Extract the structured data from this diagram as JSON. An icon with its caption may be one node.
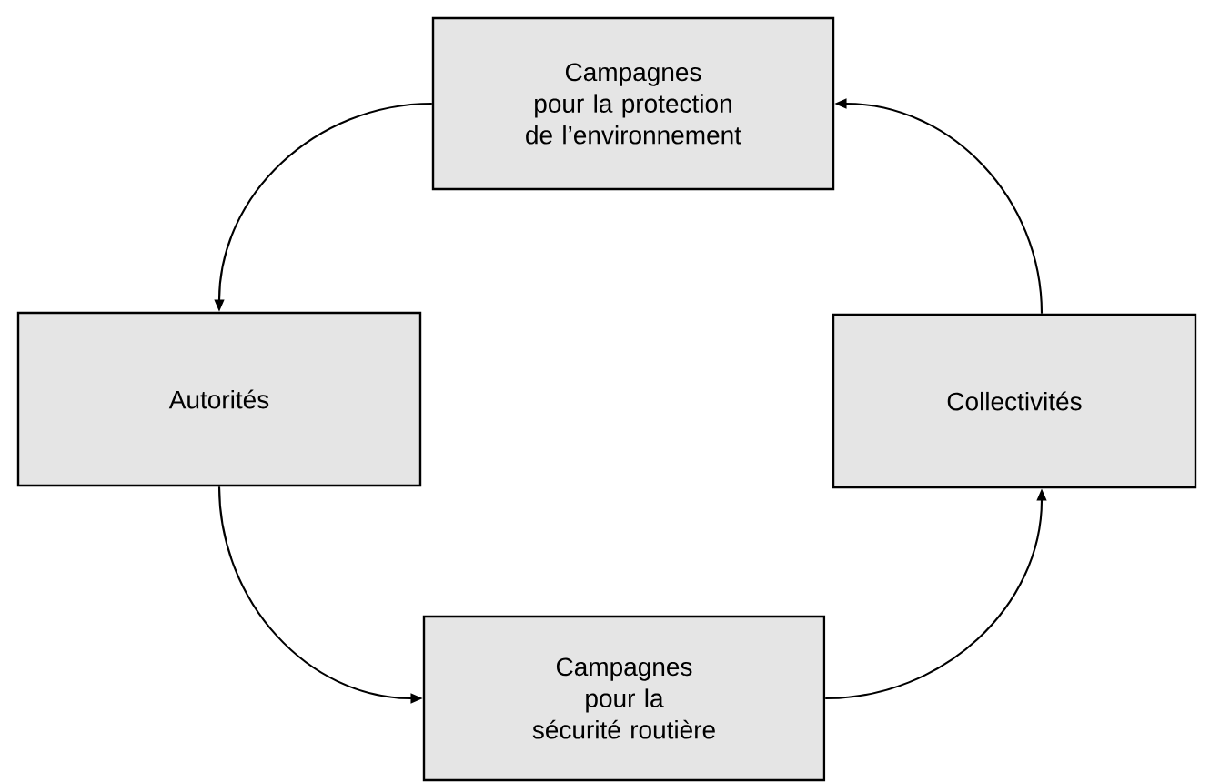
{
  "diagram": {
    "nodes": [
      {
        "text": [
          "Campagnes pour la protection de l’environnement"
        ]
      },
      {
        "text": [
          "Autorités"
        ]
      },
      {
        "text": [
          "Collectivités"
        ]
      },
      {
        "text": [
          "Campagnes pour la sécurité routière"
        ]
      }
    ],
    "edges": [
      {
        "from": 0,
        "to": 1,
        "arrow": "to"
      },
      {
        "from": 1,
        "to": 3,
        "arrow": "to"
      },
      {
        "from": 3,
        "to": 2,
        "arrow": "to"
      },
      {
        "from": 2,
        "to": 0,
        "arrow": "to"
      }
    ]
  }
}
